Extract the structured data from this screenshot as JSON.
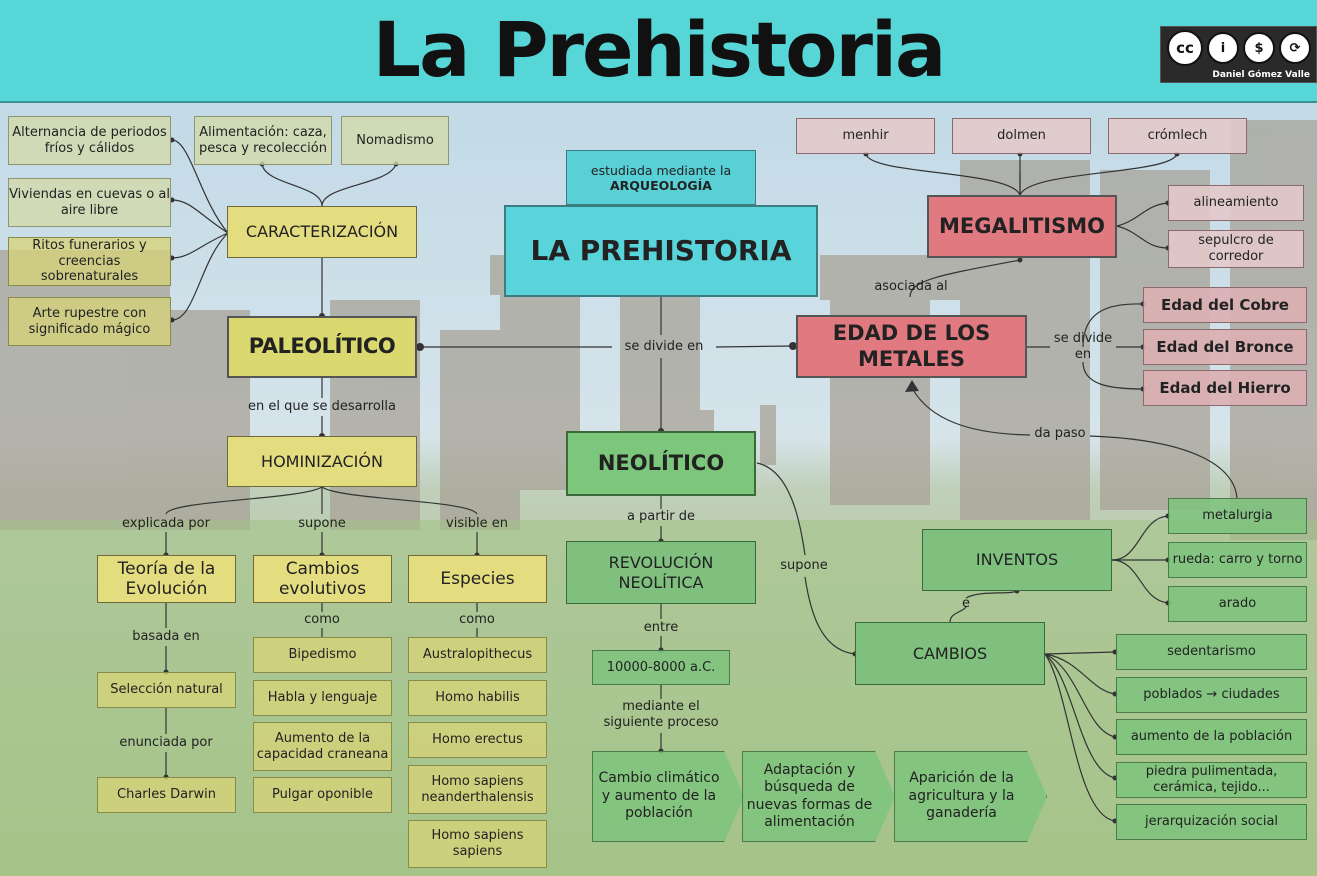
{
  "title": "La Prehistoria",
  "license": {
    "icons": [
      "cc",
      "i",
      "$",
      "⟳"
    ],
    "author": "Daniel Gómez Valle"
  },
  "center": {
    "title": "LA PREHISTORIA",
    "note_prefix": "estudiada mediante la",
    "note_bold": "ARQUEOLOGÍA"
  },
  "links": {
    "se_divide_en": "se divide en",
    "en_el_que": "en el que se desarrolla",
    "explicada_por": "explicada por",
    "supone": "supone",
    "visible_en": "visible en",
    "basada_en": "basada en",
    "enunciada_por": "enunciada por",
    "como1": "como",
    "como2": "como",
    "a_partir_de": "a partir de",
    "entre": "entre",
    "mediante": "mediante el siguiente proceso",
    "supone2": "supone",
    "e": "e",
    "asociada_al": "asociada al",
    "se_divide_en2": "se divide en",
    "da_paso": "da paso"
  },
  "paleolitico": {
    "title": "PALEOLÍTICO",
    "caracterizacion": "CARACTERIZACIÓN",
    "caract_items": [
      "Alternancia de periodos fríos y cálidos",
      "Viviendas en cuevas o al aire libre",
      "Ritos funerarios y creencias sobrenaturales",
      "Arte rupestre con significado mágico"
    ],
    "top_items": [
      "Alimentación: caza, pesca y recolección",
      "Nomadismo"
    ],
    "hominizacion": "HOMINIZACIÓN",
    "teoria": "Teoría de la Evolución",
    "seleccion": "Selección natural",
    "darwin": "Charles Darwin",
    "cambios": "Cambios evolutivos",
    "cambios_items": [
      "Bipedismo",
      "Habla y lenguaje",
      "Aumento de la capacidad craneana",
      "Pulgar oponible"
    ],
    "especies": "Especies",
    "especies_items": [
      "Australopithecus",
      "Homo habilis",
      "Homo erectus",
      "Homo sapiens neanderthalensis",
      "Homo sapiens sapiens"
    ]
  },
  "neolitico": {
    "title": "NEOLÍTICO",
    "revolucion": "REVOLUCIÓN NEOLÍTICA",
    "fecha": "10000-8000 a.C.",
    "proceso": [
      "Cambio climático y aumento de la población",
      "Adaptación y búsqueda de nuevas formas de alimentación",
      "Aparición de la agricultura y la ganadería"
    ],
    "inventos": "INVENTOS",
    "inventos_items": [
      "metalurgia",
      "rueda: carro y torno",
      "arado"
    ],
    "cambios": "CAMBIOS",
    "cambios_items": [
      "sedentarismo",
      "poblados → ciudades",
      "aumento de la población",
      "piedra pulimentada, cerámica, tejido...",
      "jerarquización social"
    ]
  },
  "metales": {
    "title": "EDAD DE LOS METALES",
    "edades": [
      "Edad del Cobre",
      "Edad del Bronce",
      "Edad del Hierro"
    ],
    "megalitismo": "MEGALITISMO",
    "mega_top": [
      "menhir",
      "dolmen",
      "crómlech"
    ],
    "mega_side": [
      "alineamiento",
      "sepulcro de corredor"
    ]
  },
  "colors": {
    "header": "#57d6d8",
    "paleolitico": "#dad96f",
    "neolitico": "#7cc77c",
    "metales": "#e07a80"
  }
}
